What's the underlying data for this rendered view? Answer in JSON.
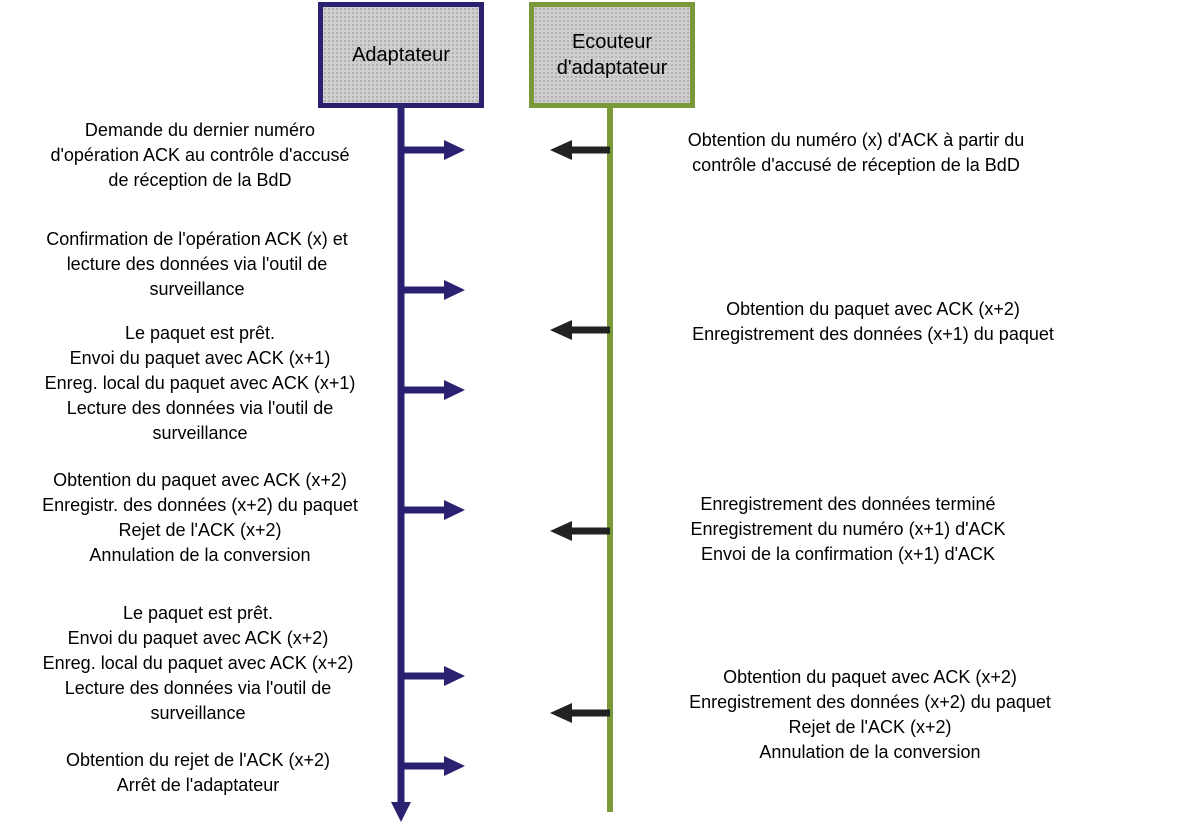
{
  "lifelines": [
    {
      "label": "Adaptateur",
      "color": "#2a2270"
    },
    {
      "label_lines": [
        "Ecouteur",
        "d'adaptateur"
      ],
      "color": "#7a9a3a"
    }
  ],
  "adapter_notes": [
    [
      "Demande du dernier numéro",
      "d'opération ACK au contrôle d'accusé",
      "de réception de la BdD"
    ],
    [
      "Confirmation de l'opération ACK (x) et",
      "lecture des données via l'outil de",
      "surveillance"
    ],
    [
      "Le paquet est prêt.",
      "Envoi du paquet avec ACK (x+1)",
      "Enreg. local du paquet avec ACK (x+1)",
      "Lecture des données via l'outil de",
      "surveillance"
    ],
    [
      "Obtention du paquet avec ACK (x+2)",
      "Enregistr. des données (x+2) du paquet",
      "Rejet de l'ACK (x+2)",
      "Annulation de la conversion"
    ],
    [
      "Le paquet est prêt.",
      "Envoi du paquet avec ACK (x+2)",
      "Enreg. local du paquet avec ACK (x+2)",
      "Lecture des données via l'outil de",
      "surveillance"
    ],
    [
      "Obtention du rejet de l'ACK (x+2)",
      "Arrêt de l'adaptateur"
    ]
  ],
  "listener_notes": [
    [
      "Obtention du numéro (x) d'ACK à partir du",
      "contrôle d'accusé de réception de la BdD"
    ],
    [
      "Obtention du paquet avec ACK (x+2)",
      "Enregistrement des données (x+1) du paquet"
    ],
    [
      "Enregistrement des données terminé",
      "Enregistrement du numéro (x+1) d'ACK",
      "Envoi de la confirmation (x+1) d'ACK"
    ],
    [
      "Obtention du paquet avec ACK (x+2)",
      "Enregistrement des données (x+2) du paquet",
      "Rejet de l'ACK (x+2)",
      "Annulation de la conversion"
    ]
  ]
}
